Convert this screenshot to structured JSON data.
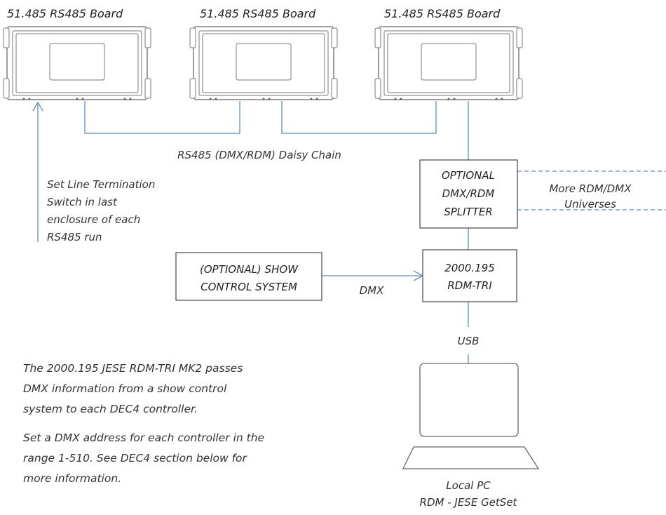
{
  "boards": [
    {
      "title": "51.485 RS485 Board"
    },
    {
      "title": "51.485 RS485 Board"
    },
    {
      "title": "51.485 RS485 Board"
    }
  ],
  "labels": {
    "daisy_chain": "RS485 (DMX/RDM) Daisy Chain",
    "termination": [
      "Set Line Termination",
      "Switch in last",
      "enclosure of each",
      "RS485 run"
    ],
    "dmx": "DMX",
    "usb": "USB",
    "more_universes": [
      "More RDM/DMX",
      "Universes"
    ]
  },
  "boxes": {
    "splitter": [
      "OPTIONAL",
      "DMX/RDM",
      "SPLITTER"
    ],
    "rdm_tri": [
      "2000.195",
      "RDM-TRI"
    ],
    "show_control": [
      "(OPTIONAL) SHOW",
      "CONTROL SYSTEM"
    ]
  },
  "pc": {
    "label": [
      "Local PC",
      "RDM - JESE GetSet"
    ]
  },
  "notes": {
    "paragraph1": [
      "The 2000.195 JESE RDM-TRI MK2 passes",
      "DMX information from a show control",
      "system to each DEC4 controller."
    ],
    "paragraph2": [
      "Set a DMX address for each controller in the",
      "range 1-510. See DEC4 section below for",
      "more information."
    ]
  },
  "colors": {
    "wire": "#5b8fc7",
    "outline": "#555555"
  }
}
